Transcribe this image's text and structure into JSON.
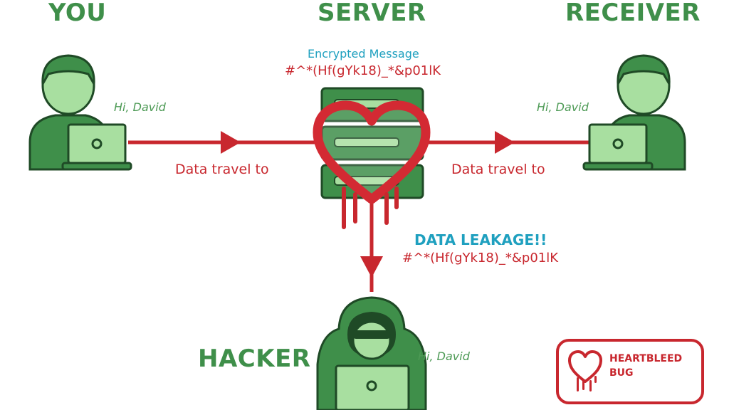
{
  "labels": {
    "you": "YOU",
    "server": "SERVER",
    "receiver": "RECEIVER",
    "hacker": "HACKER"
  },
  "messages": {
    "greeting": "Hi, David",
    "encrypted_title": "Encrypted Message",
    "cipher_text": "#^*(Hf(gYk18)_*&p01lK",
    "flow_label": "Data travel to",
    "leak_title": "DATA LEAKAGE!!"
  },
  "badge": {
    "line1": "HEARTBLEED",
    "line2": "BUG"
  },
  "icons": {
    "you": "person-laptop-icon",
    "receiver": "person-laptop-icon",
    "hacker": "hooded-hacker-icon",
    "server": "server-rack-icon",
    "heart": "bleeding-heart-icon",
    "badge": "heartbleed-logo-icon"
  },
  "colors": {
    "green": "#3f8f4a",
    "light_green": "#a8dfa0",
    "red": "#c8272e",
    "cyan": "#1fa0bf"
  }
}
